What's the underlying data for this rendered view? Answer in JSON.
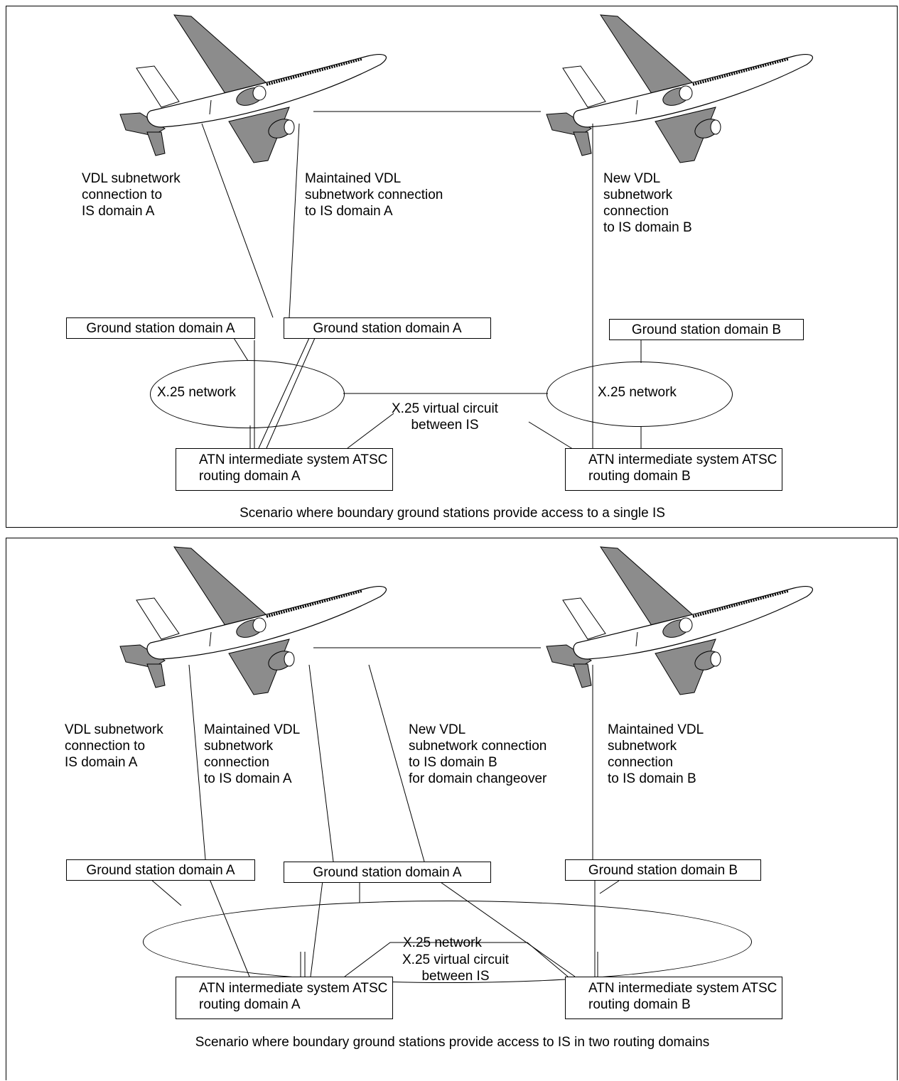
{
  "panel1": {
    "labels": {
      "vdl_a": "VDL subnetwork\nconnection to\nIS domain A",
      "maint_a": "Maintained VDL\nsubnetwork connection\nto IS domain A",
      "new_b": "New VDL\nsubnetwork\nconnection\nto IS domain B",
      "gs_a1": "Ground station domain A",
      "gs_a2": "Ground station domain A",
      "gs_b": "Ground station domain B",
      "x25_left": "X.25 network",
      "x25_right": "X.25 network",
      "vc": "X.25 virtual circuit\nbetween IS",
      "is_a": "ATN intermediate system\nATSC routing domain A",
      "is_b": "ATN intermediate system\nATSC routing domain B"
    },
    "caption": "Scenario where boundary ground stations provide access to a single IS"
  },
  "panel2": {
    "labels": {
      "vdl_a": "VDL subnetwork\nconnection to\nIS domain A",
      "maint_a": "Maintained VDL\nsubnetwork\nconnection\nto IS domain A",
      "new_b": "New VDL\nsubnetwork connection\nto IS domain B\nfor domain changeover",
      "maint_b": "Maintained VDL\nsubnetwork\nconnection\nto IS domain B",
      "gs_a1": "Ground station domain A",
      "gs_a2": "Ground station domain A",
      "gs_b": "Ground station domain B",
      "x25": "X.25 network",
      "vc": "X.25 virtual circuit\nbetween IS",
      "is_a": "ATN intermediate system\nATSC routing domain A",
      "is_b": "ATN intermediate system\nATSC routing domain B"
    },
    "caption": "Scenario where boundary ground stations provide access to IS in two routing domains"
  },
  "colors": {
    "line": "#000000",
    "aircraft_shade": "#8c8c8c",
    "aircraft_fill": "#ffffff"
  }
}
